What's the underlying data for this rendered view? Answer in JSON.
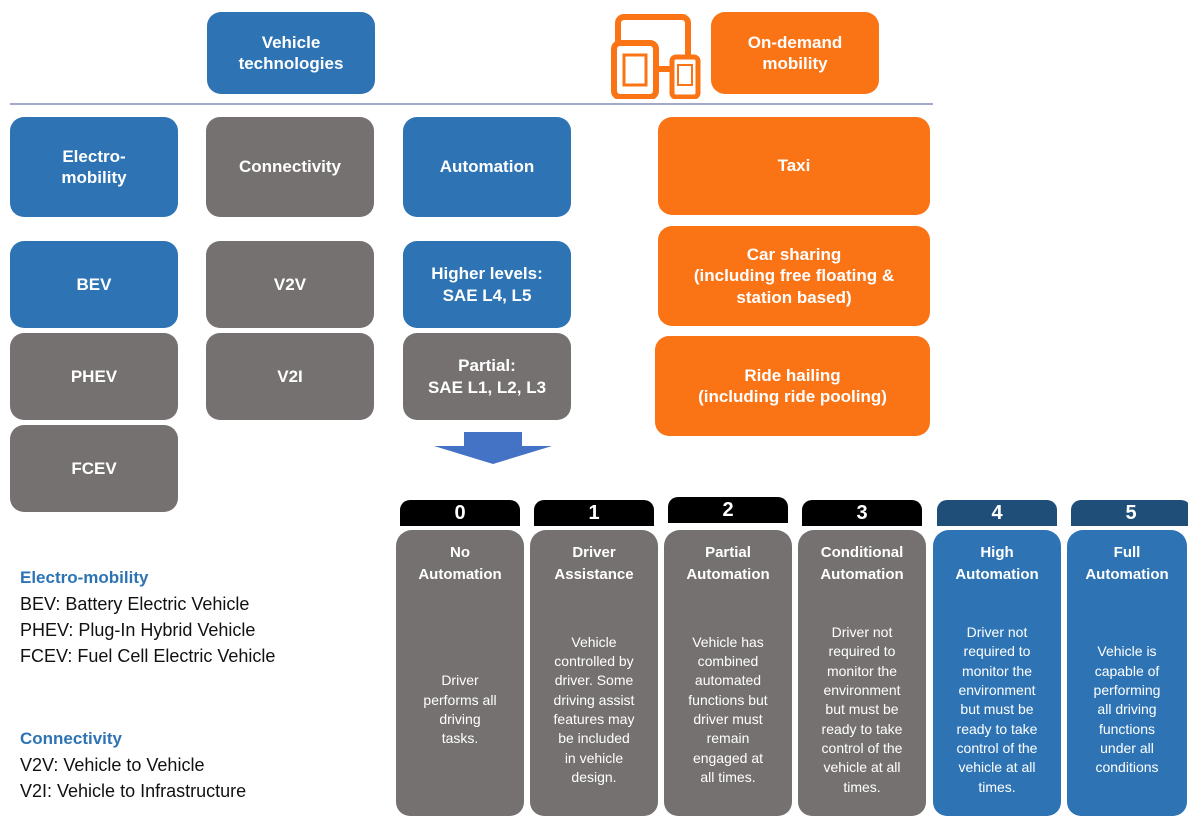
{
  "header": {
    "vehicle_technologies": "Vehicle\ntechnologies",
    "on_demand_mobility": "On-demand\nmobility",
    "device_icon": "devices-icon"
  },
  "categories": {
    "electro_mobility": "Electro-\nmobility",
    "connectivity": "Connectivity",
    "automation": "Automation",
    "taxi": "Taxi"
  },
  "electro_items": [
    "BEV",
    "PHEV",
    "FCEV"
  ],
  "connectivity_items": [
    "V2V",
    "V2I"
  ],
  "automation_items": [
    "Higher levels:\nSAE L4, L5",
    "Partial:\nSAE L1, L2, L3"
  ],
  "mobility_items": [
    "Car sharing\n(including free floating &\nstation based)",
    "Ride hailing\n(including ride pooling)"
  ],
  "levels": [
    {
      "num": "0",
      "title": "No\nAutomation",
      "desc": "Driver\nperforms all\ndriving\ntasks."
    },
    {
      "num": "1",
      "title": "Driver\nAssistance",
      "desc": "Vehicle\ncontrolled by\ndriver. Some\ndriving assist\nfeatures may\nbe included\nin vehicle\ndesign."
    },
    {
      "num": "2",
      "title": "Partial\nAutomation",
      "desc": "Vehicle has\ncombined\nautomated\nfunctions but\ndriver must\nremain\nengaged  at\nall times."
    },
    {
      "num": "3",
      "title": "Conditional\nAutomation",
      "desc": "Driver not\nrequired to\nmonitor the\nenvironment\nbut must be\nready to take\ncontrol of the\nvehicle at all\ntimes."
    },
    {
      "num": "4",
      "title": "High\nAutomation",
      "desc": "Driver not\nrequired to\nmonitor the\nenvironment\nbut must be\nready to take\ncontrol of the\nvehicle at all\ntimes."
    },
    {
      "num": "5",
      "title": "Full\nAutomation",
      "desc": "Vehicle is\ncapable of\nperforming\nall driving\nfunctions\nunder all\nconditions"
    }
  ],
  "legend": {
    "electro_title": "Electro-mobility",
    "electro_lines": [
      "BEV: Battery Electric Vehicle",
      "PHEV: Plug-In Hybrid Vehicle",
      "FCEV: Fuel Cell Electric Vehicle"
    ],
    "connectivity_title": "Connectivity",
    "connectivity_lines": [
      "V2V: Vehicle to Vehicle",
      "V2I: Vehicle to Infrastructure"
    ]
  },
  "colors": {
    "blue": "#2e74b5",
    "gray": "#767171",
    "orange": "#fa7315",
    "navy": "#1f4e79",
    "black": "#000000",
    "divider": "#a4a9c9"
  }
}
